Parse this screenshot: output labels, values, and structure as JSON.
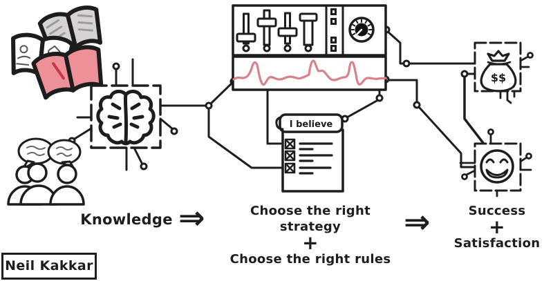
{
  "colors": {
    "ink": "#1d1d1d",
    "waveform_pink": "#d9818b",
    "book_red": "#ee9098",
    "book_red_mark": "#c23a4a",
    "book_gray": "#d7d3d4"
  },
  "flow": {
    "knowledge": "Knowledge",
    "arrow1": "⇒",
    "strategy_line1": "Choose the right strategy",
    "plus1": "+",
    "strategy_line2": "Choose the right rules",
    "arrow2": "⇒",
    "success": "Success",
    "plus2": "+",
    "satisfaction": "Satisfaction"
  },
  "checklist": {
    "header": "I believe",
    "item_count": 3
  },
  "money_bag": {
    "label": "$$"
  },
  "signature": {
    "name": "Neil Kakkar"
  },
  "icons": {
    "books-icon": "stack of open books",
    "brain-chip-icon": "brain inside dashed circuit-chip frame",
    "people-icon": "two groups of people with speech bubbles",
    "control-panel-icon": "panel with four sliders and a dial",
    "waveform-icon": "pink signal waveform readout",
    "checklist-icon": "scroll checklist with checked boxes",
    "money-bag-icon": "money bag chip",
    "smiley-chip-icon": "happy face chip"
  }
}
